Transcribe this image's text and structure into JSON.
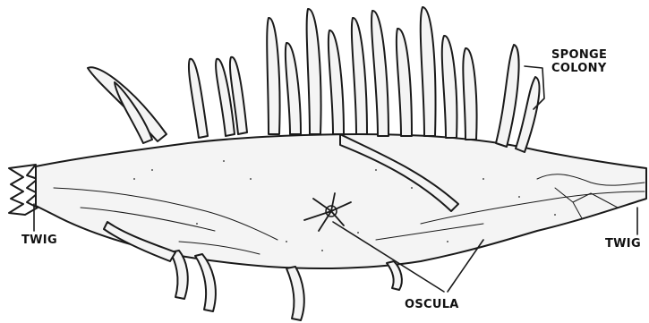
{
  "figure": {
    "ink_color": "#1a1a1a",
    "fill_color": "#f4f4f4",
    "labels": {
      "sponge_colony_line1": "SPONGE",
      "sponge_colony_line2": "COLONY",
      "twig_left": "TWIG",
      "twig_right": "TWIG",
      "oscula": "OSCULA"
    }
  }
}
